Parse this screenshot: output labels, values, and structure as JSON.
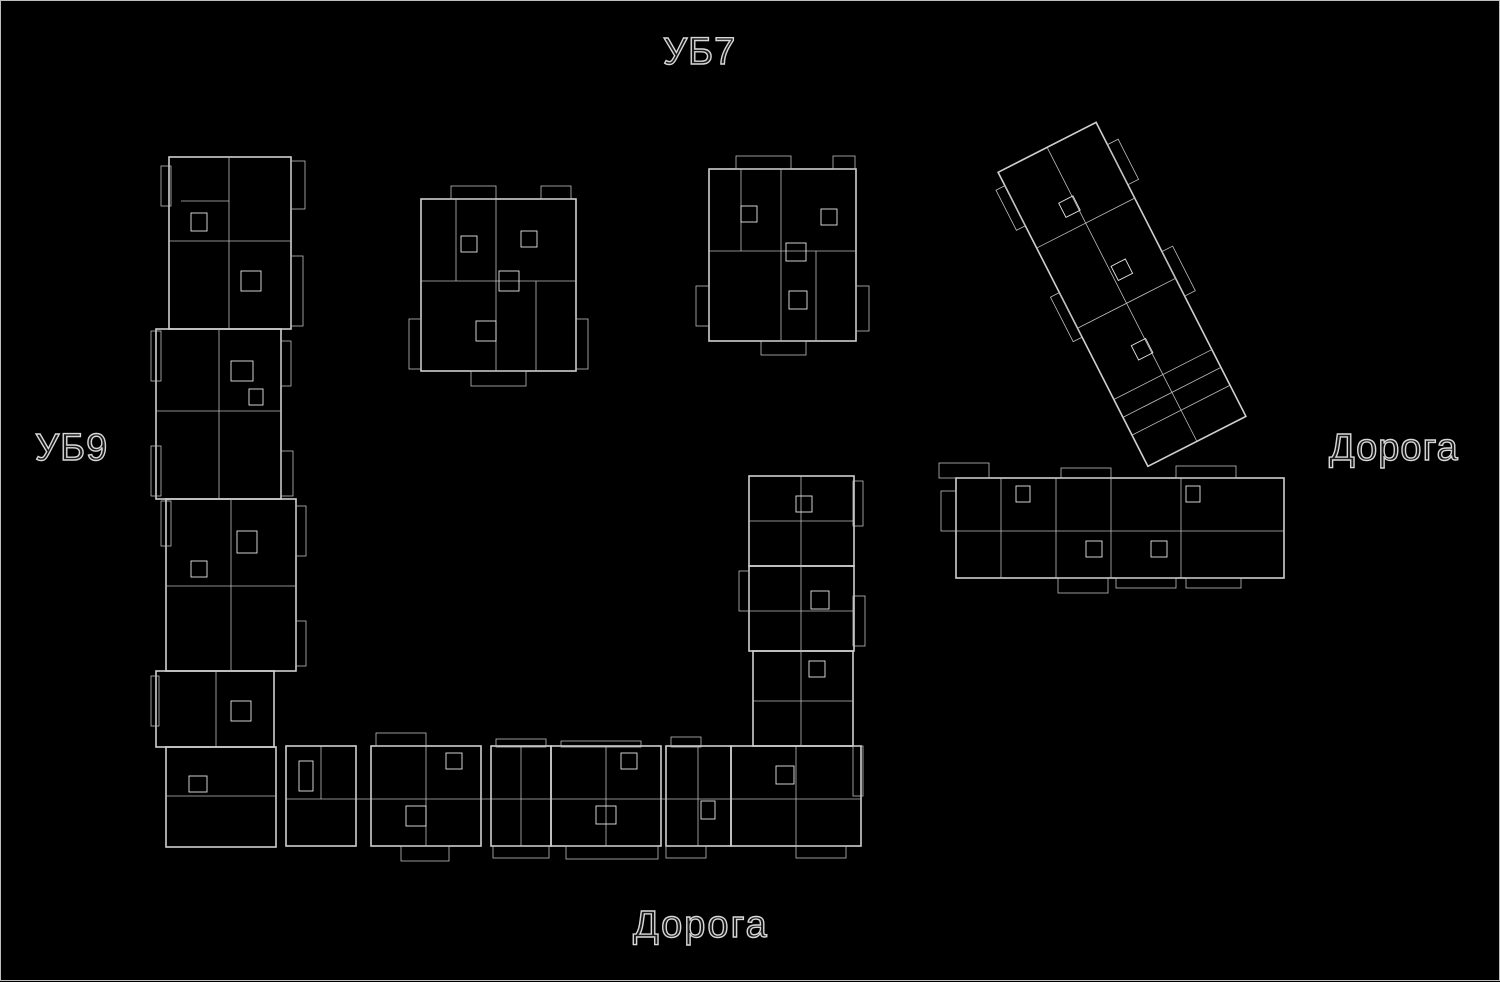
{
  "colors": {
    "background": "#000000",
    "linework": "#cfcfcf",
    "text_fill": "#1a1a1a",
    "text_outline": "#d8d8d8"
  },
  "labels": {
    "top": "УБ7",
    "left": "УБ9",
    "right": "Дорога",
    "bottom": "Дорога"
  }
}
